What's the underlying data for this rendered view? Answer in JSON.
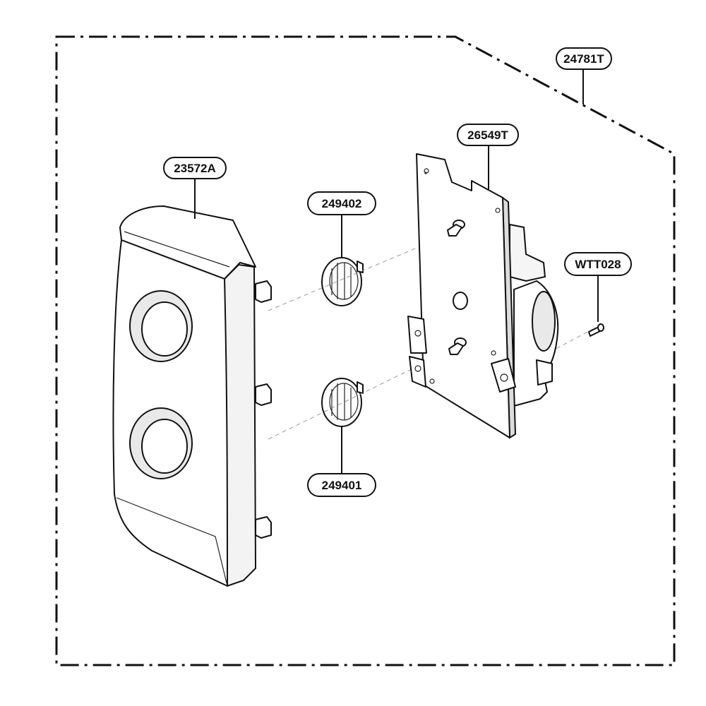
{
  "callouts": {
    "assembly": "24781T",
    "pcb": "26549T",
    "panel": "23572A",
    "knob_top": "249402",
    "knob_bottom": "249401",
    "screw": "WTT028"
  },
  "colors": {
    "line": "#111111",
    "background": "#ffffff",
    "shade": "#e9e9e9"
  }
}
